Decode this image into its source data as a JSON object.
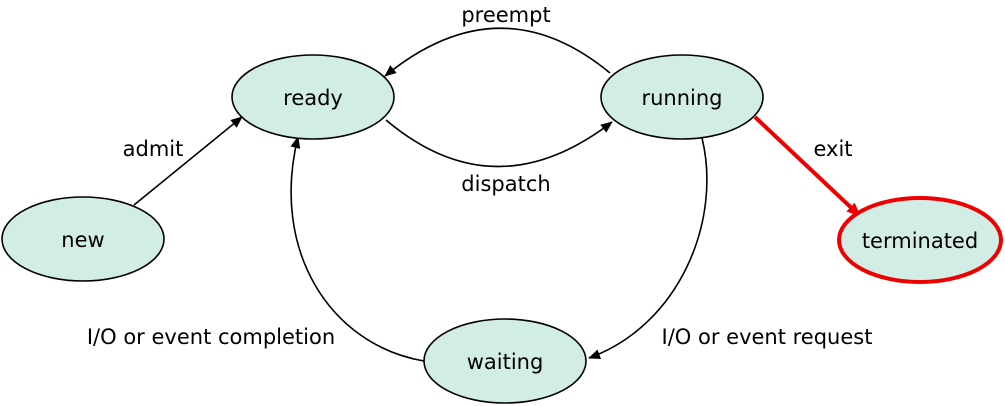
{
  "colors": {
    "node_fill": "#d1ede6",
    "node_stroke": "#000000",
    "highlight": "#ee0000",
    "edge": "#000000"
  },
  "states": {
    "new": "new",
    "ready": "ready",
    "running": "running",
    "waiting": "waiting",
    "terminated": "terminated"
  },
  "transitions": {
    "admit": "admit",
    "preempt": "preempt",
    "dispatch": "dispatch",
    "exit": "exit",
    "io_request": "I/O or event request",
    "io_completion": "I/O or event completion"
  }
}
